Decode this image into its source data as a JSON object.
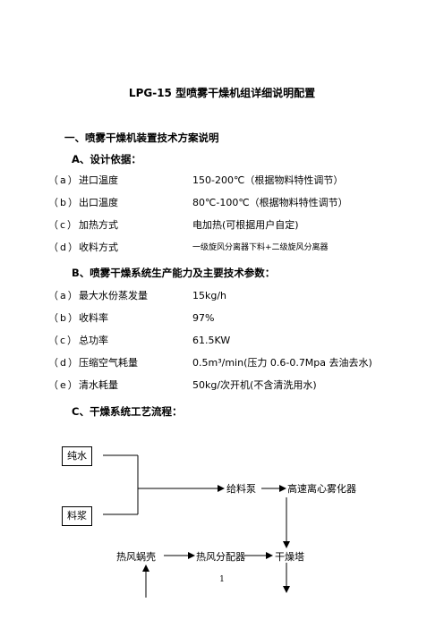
{
  "title": "LPG-15 型喷雾干燥机组详细说明配置",
  "section1": "一、喷雾干燥机装置技术方案说明",
  "sectionA": {
    "heading": "A、设计依据：",
    "rows": [
      {
        "idx": "（a）",
        "name": "进口温度",
        "value": "150-200℃（根据物料特性调节）"
      },
      {
        "idx": "（b）",
        "name": "出口温度",
        "value": "80℃-100℃（根据物料特性调节）"
      },
      {
        "idx": "（c）",
        "name": "加热方式",
        "value": "电加热(可根据用户自定)"
      },
      {
        "idx": "（d）",
        "name": "收料方式",
        "value": "一级旋风分离器下料+二级旋风分离器"
      }
    ]
  },
  "sectionB": {
    "heading": "B、喷雾干燥系统生产能力及主要技术参数：",
    "rows": [
      {
        "idx": "（a）",
        "name": "最大水份蒸发量",
        "value": "15kg/h"
      },
      {
        "idx": "（b）",
        "name": "收料率",
        "value": "97%"
      },
      {
        "idx": "（c）",
        "name": "总功率",
        "value": "61.5KW"
      },
      {
        "idx": "（d）",
        "name": "压缩空气耗量",
        "value": "0.5m³/min(压力 0.6-0.7Mpa 去油去水)"
      },
      {
        "idx": "（e）",
        "name": "清水耗量",
        "value": "50kg/次开机(不含清洗用水)"
      }
    ]
  },
  "sectionC": {
    "heading": "C、干燥系统工艺流程：",
    "flow": {
      "pure_water": "纯水",
      "slurry": "料浆",
      "feed_pump": "给料泵",
      "atomizer": "高速离心雾化器",
      "hot_air_volute": "热风蜗壳",
      "hot_air_distributor": "热风分配器",
      "drying_tower": "干燥塔"
    }
  },
  "page_number": "1"
}
